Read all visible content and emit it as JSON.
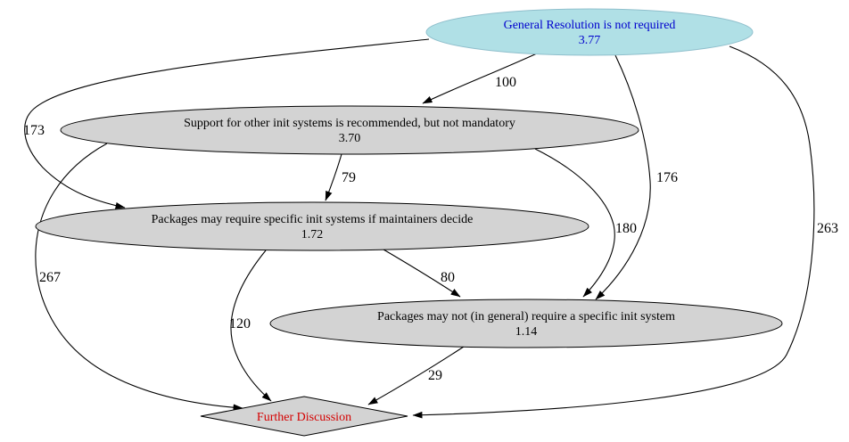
{
  "diagram": {
    "background": "#ffffff",
    "type": "directed-graph-vote-results",
    "nodes": [
      {
        "id": "gr-not-required",
        "label": "General Resolution is not required",
        "score": "3.77",
        "shape": "ellipse",
        "fill": "#b0e0e6",
        "text_color": "#0000cd"
      },
      {
        "id": "support-other-init-recommended",
        "label": "Support for other init systems is recommended, but not mandatory",
        "score": "3.70",
        "shape": "ellipse",
        "fill": "#d3d3d3",
        "text_color": "#000000"
      },
      {
        "id": "packages-may-require-if-maintainers-decide",
        "label": "Packages may require specific init systems if maintainers decide",
        "score": "1.72",
        "shape": "ellipse",
        "fill": "#d3d3d3",
        "text_color": "#000000"
      },
      {
        "id": "packages-may-not-require",
        "label": "Packages may not (in general) require a specific init system",
        "score": "1.14",
        "shape": "ellipse",
        "fill": "#d3d3d3",
        "text_color": "#000000"
      },
      {
        "id": "further-discussion",
        "label": "Further Discussion",
        "score": "",
        "shape": "diamond",
        "fill": "#d3d3d3",
        "text_color": "#d40000"
      }
    ],
    "edges": [
      {
        "from": "gr-not-required",
        "to": "support-other-init-recommended",
        "label": "100"
      },
      {
        "from": "gr-not-required",
        "to": "packages-may-require-if-maintainers-decide",
        "label": "173"
      },
      {
        "from": "gr-not-required",
        "to": "packages-may-not-require",
        "label": "176"
      },
      {
        "from": "gr-not-required",
        "to": "further-discussion",
        "label": "263"
      },
      {
        "from": "support-other-init-recommended",
        "to": "packages-may-require-if-maintainers-decide",
        "label": "79"
      },
      {
        "from": "support-other-init-recommended",
        "to": "packages-may-not-require",
        "label": "180"
      },
      {
        "from": "support-other-init-recommended",
        "to": "further-discussion",
        "label": "267"
      },
      {
        "from": "packages-may-require-if-maintainers-decide",
        "to": "packages-may-not-require",
        "label": "80"
      },
      {
        "from": "packages-may-require-if-maintainers-decide",
        "to": "further-discussion",
        "label": "120"
      },
      {
        "from": "packages-may-not-require",
        "to": "further-discussion",
        "label": "29"
      }
    ]
  }
}
